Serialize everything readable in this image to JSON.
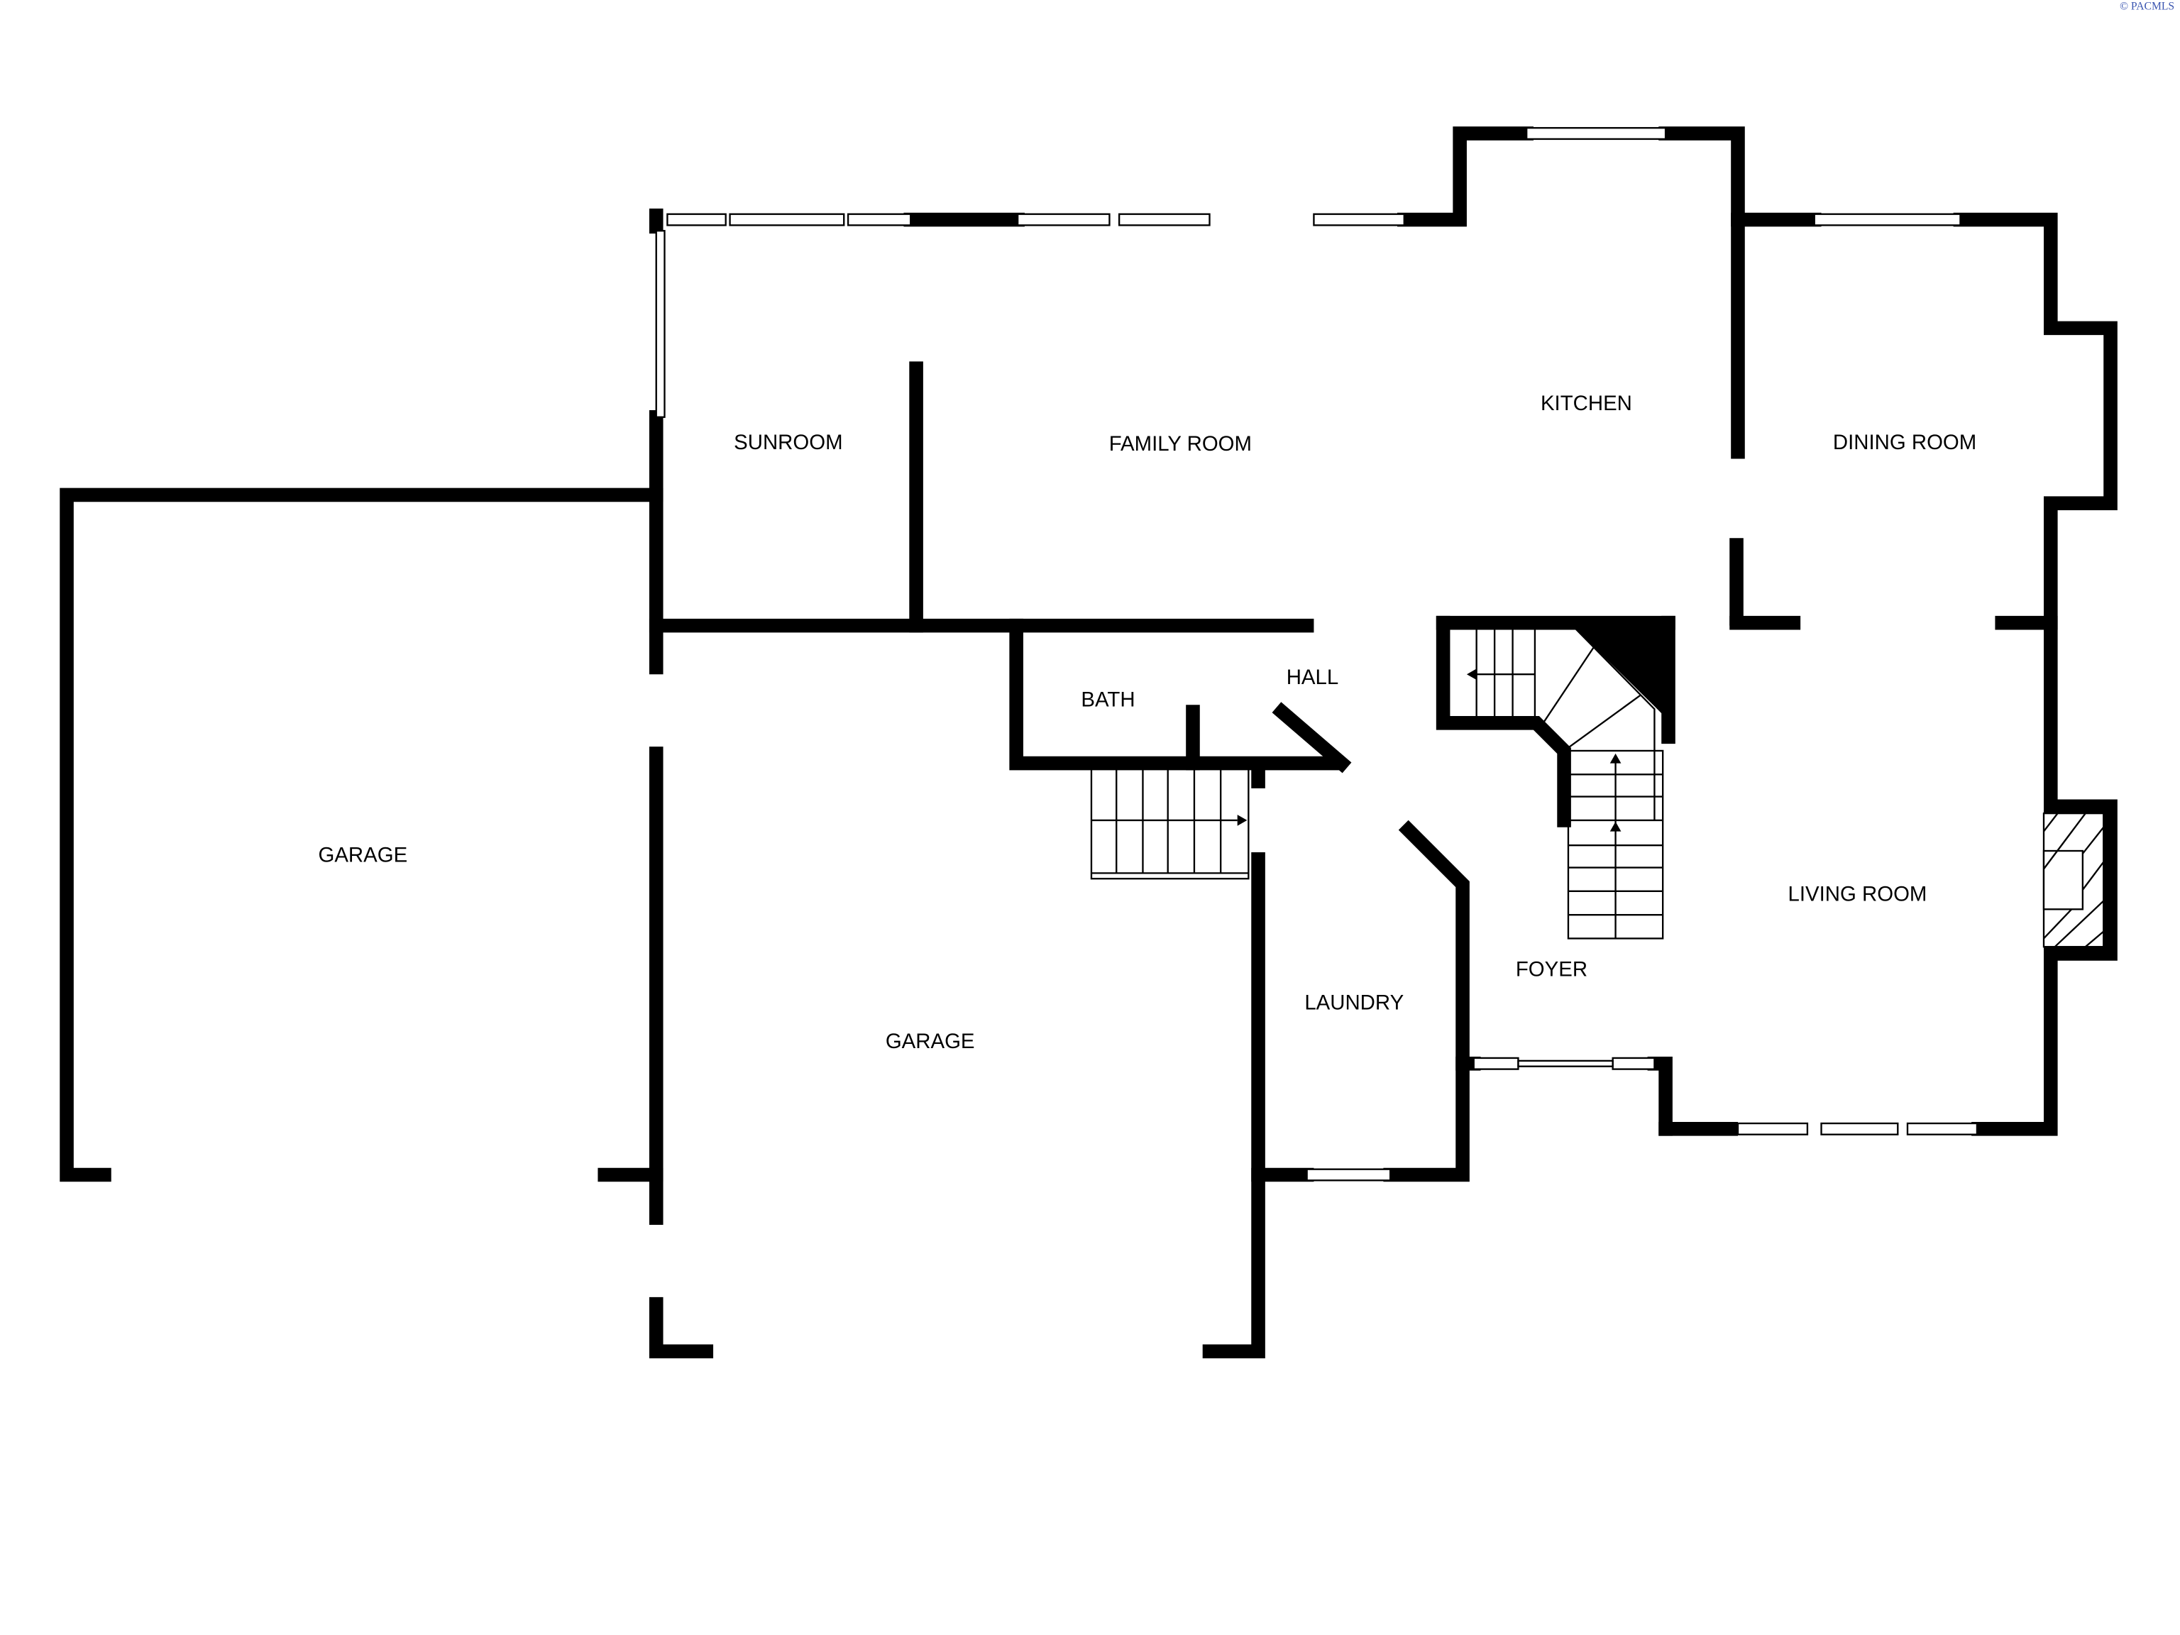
{
  "watermark": "© PACMLS",
  "rooms": {
    "garage_left": "GARAGE",
    "sunroom": "SUNROOM",
    "family_room": "FAMILY ROOM",
    "kitchen": "KITCHEN",
    "dining_room": "DINING ROOM",
    "bath": "BATH",
    "hall": "HALL",
    "garage_center": "GARAGE",
    "laundry": "LAUNDRY",
    "foyer": "FOYER",
    "living_room": "LIVING ROOM"
  }
}
